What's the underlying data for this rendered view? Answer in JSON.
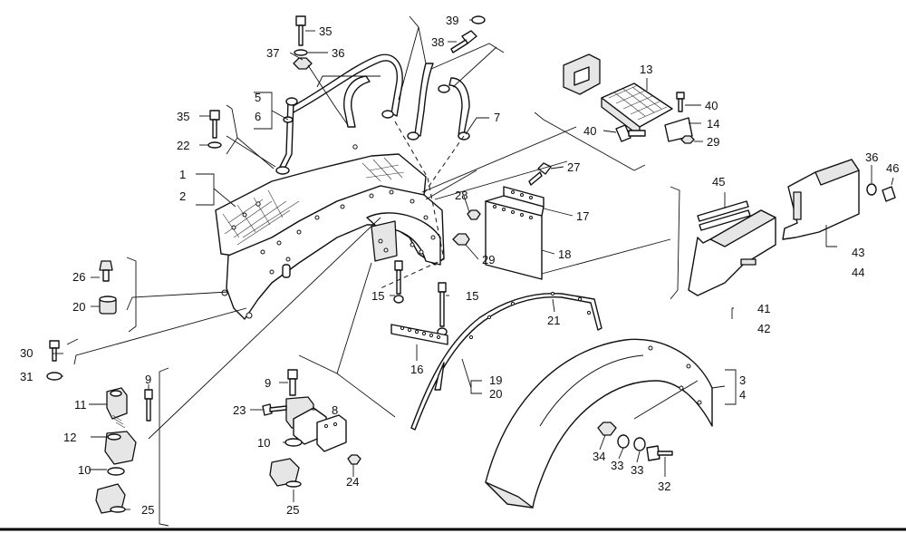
{
  "diagram": {
    "callouts": [
      {
        "id": "c1",
        "text": "1"
      },
      {
        "id": "c2",
        "text": "2"
      },
      {
        "id": "c3",
        "text": "3"
      },
      {
        "id": "c4",
        "text": "4"
      },
      {
        "id": "c5",
        "text": "5"
      },
      {
        "id": "c6",
        "text": "6"
      },
      {
        "id": "c7",
        "text": "7"
      },
      {
        "id": "c8",
        "text": "8"
      },
      {
        "id": "c9a",
        "text": "9"
      },
      {
        "id": "c9b",
        "text": "9"
      },
      {
        "id": "c10a",
        "text": "10"
      },
      {
        "id": "c10b",
        "text": "10"
      },
      {
        "id": "c11",
        "text": "11"
      },
      {
        "id": "c12",
        "text": "12"
      },
      {
        "id": "c13",
        "text": "13"
      },
      {
        "id": "c14",
        "text": "14"
      },
      {
        "id": "c15a",
        "text": "15"
      },
      {
        "id": "c15b",
        "text": "15"
      },
      {
        "id": "c16",
        "text": "16"
      },
      {
        "id": "c17",
        "text": "17"
      },
      {
        "id": "c18",
        "text": "18"
      },
      {
        "id": "c19",
        "text": "19"
      },
      {
        "id": "c20a",
        "text": "20"
      },
      {
        "id": "c20b",
        "text": "20"
      },
      {
        "id": "c21",
        "text": "21"
      },
      {
        "id": "c22",
        "text": "22"
      },
      {
        "id": "c23",
        "text": "23"
      },
      {
        "id": "c24",
        "text": "24"
      },
      {
        "id": "c25a",
        "text": "25"
      },
      {
        "id": "c25b",
        "text": "25"
      },
      {
        "id": "c26",
        "text": "26"
      },
      {
        "id": "c27",
        "text": "27"
      },
      {
        "id": "c28",
        "text": "28"
      },
      {
        "id": "c29a",
        "text": "29"
      },
      {
        "id": "c29b",
        "text": "29"
      },
      {
        "id": "c30",
        "text": "30"
      },
      {
        "id": "c31",
        "text": "31"
      },
      {
        "id": "c32",
        "text": "32"
      },
      {
        "id": "c33a",
        "text": "33"
      },
      {
        "id": "c33b",
        "text": "33"
      },
      {
        "id": "c34",
        "text": "34"
      },
      {
        "id": "c35a",
        "text": "35"
      },
      {
        "id": "c35b",
        "text": "35"
      },
      {
        "id": "c36a",
        "text": "36"
      },
      {
        "id": "c36b",
        "text": "36"
      },
      {
        "id": "c37",
        "text": "37"
      },
      {
        "id": "c38",
        "text": "38"
      },
      {
        "id": "c39",
        "text": "39"
      },
      {
        "id": "c40a",
        "text": "40"
      },
      {
        "id": "c40b",
        "text": "40"
      },
      {
        "id": "c41",
        "text": "41"
      },
      {
        "id": "c42",
        "text": "42"
      },
      {
        "id": "c43",
        "text": "43"
      },
      {
        "id": "c44",
        "text": "44"
      },
      {
        "id": "c45",
        "text": "45"
      },
      {
        "id": "c46",
        "text": "46"
      }
    ]
  }
}
